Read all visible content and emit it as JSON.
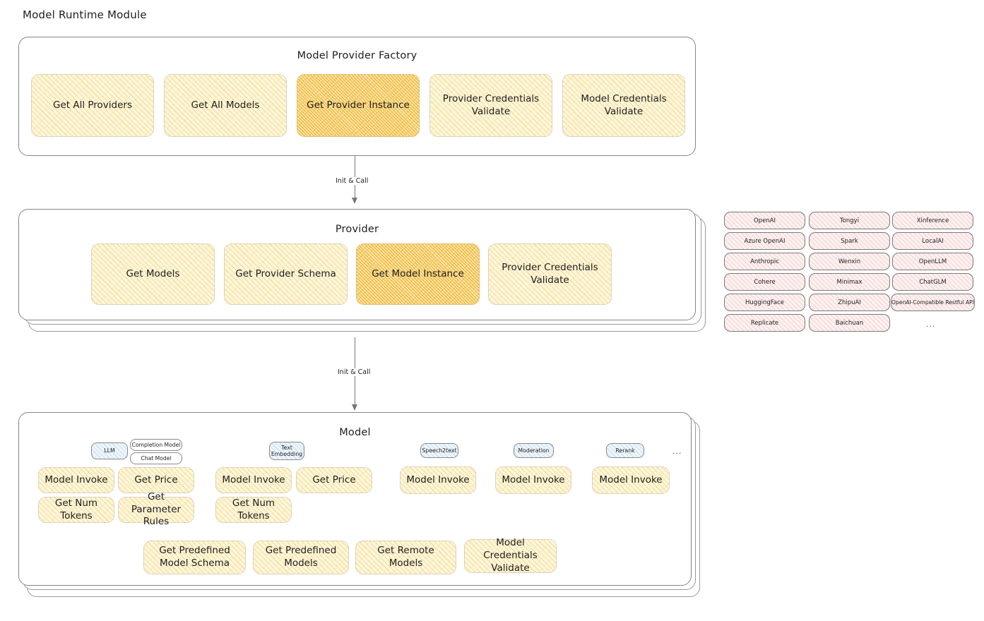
{
  "page": {
    "title": "Model Runtime Module"
  },
  "factory": {
    "title": "Model Provider Factory",
    "items": [
      {
        "label": "Get All Providers",
        "highlight": false
      },
      {
        "label": "Get All Models",
        "highlight": false
      },
      {
        "label": "Get Provider Instance",
        "highlight": true
      },
      {
        "label": "Provider Credentials Validate",
        "highlight": false
      },
      {
        "label": "Model Credentials Validate",
        "highlight": false
      }
    ]
  },
  "arrows": [
    {
      "label": "Init & Call"
    },
    {
      "label": "Init & Call"
    }
  ],
  "provider": {
    "title": "Provider",
    "items": [
      {
        "label": "Get Models",
        "highlight": false
      },
      {
        "label": "Get Provider Schema",
        "highlight": false
      },
      {
        "label": "Get Model Instance",
        "highlight": true
      },
      {
        "label": "Provider Credentials Validate",
        "highlight": false
      }
    ]
  },
  "provider_list": {
    "ellipsis": "...",
    "columns": [
      [
        "OpenAI",
        "Azure OpenAI",
        "Anthropic",
        "Cohere",
        "HuggingFace",
        "Replicate"
      ],
      [
        "Tongyi",
        "Spark",
        "Wenxin",
        "Minimax",
        "ZhipuAI",
        "Baichuan"
      ],
      [
        "Xinference",
        "LocalAI",
        "OpenLLM",
        "ChatGLM",
        "OpenAI-Compatible Restful API"
      ]
    ]
  },
  "model": {
    "title": "Model",
    "ellipsis": "...",
    "types": [
      {
        "badge": "LLM",
        "sub_badges": [
          "Completion Model",
          "Chat Model"
        ],
        "methods": [
          {
            "label": "Model Invoke",
            "highlight": true
          },
          {
            "label": "Get Price",
            "highlight": false
          },
          {
            "label": "Get Num Tokens",
            "highlight": false
          },
          {
            "label": "Get Parameter Rules",
            "highlight": false
          }
        ]
      },
      {
        "badge": "Text Embedding",
        "sub_badges": [],
        "methods": [
          {
            "label": "Model Invoke",
            "highlight": true
          },
          {
            "label": "Get Price",
            "highlight": false
          },
          {
            "label": "Get Num Tokens",
            "highlight": false
          }
        ]
      },
      {
        "badge": "Speech2text",
        "sub_badges": [],
        "methods": [
          {
            "label": "Model Invoke",
            "highlight": true
          }
        ]
      },
      {
        "badge": "Moderation",
        "sub_badges": [],
        "methods": [
          {
            "label": "Model Invoke",
            "highlight": true
          }
        ]
      },
      {
        "badge": "Rerank",
        "sub_badges": [],
        "methods": [
          {
            "label": "Model Invoke",
            "highlight": true
          }
        ]
      }
    ],
    "shared_methods": [
      {
        "label": "Get Predefined Model Schema"
      },
      {
        "label": "Get Predefined Models"
      },
      {
        "label": "Get Remote Models"
      },
      {
        "label": "Model Credentials Validate"
      }
    ]
  },
  "colors": {
    "card_fill": "#fdf6e0",
    "card_highlight_fill": "#fbe6b4",
    "provider_pill_fill": "#fdf0f0",
    "badge_fill": "#eef5fb",
    "panel_border": "#868686",
    "text": "#1e1e1e"
  }
}
